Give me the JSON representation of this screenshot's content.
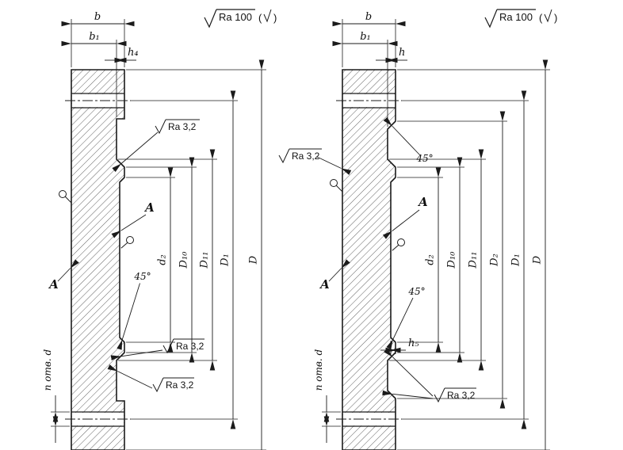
{
  "surface_finish": {
    "general": "Ra 100",
    "note_open": "(",
    "note_close": ")",
    "detail": "Ra 3,2"
  },
  "left_view": {
    "dim_b": "b",
    "dim_b1": "b₁",
    "dim_h4": "h₄",
    "dim_d2": "d₂",
    "dim_D10": "D₁₀",
    "dim_D11": "D₁₁",
    "dim_D1": "D₁",
    "dim_D": "D",
    "chamfer_angle": "45°",
    "view_label": "A",
    "holes_note": "n отв. d"
  },
  "right_view": {
    "dim_b": "b",
    "dim_b1": "b₁",
    "dim_h": "h",
    "dim_h5": "h₅",
    "dim_d2": "d₂",
    "dim_D10": "D₁₀",
    "dim_D11": "D₁₁",
    "dim_D2": "D₂",
    "dim_D1": "D₁",
    "dim_D": "D",
    "chamfer_angle_top": "45°",
    "chamfer_angle_face": "45°",
    "view_label": "A",
    "holes_note": "n отв. d"
  }
}
